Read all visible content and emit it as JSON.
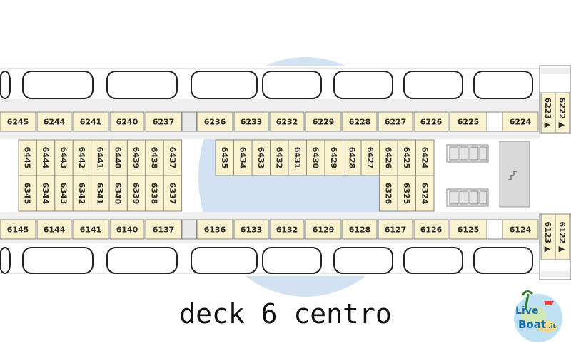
{
  "title": "deck 6 centro",
  "logo": {
    "text_a": "Live",
    "text_b": "Boat",
    "suffix": ".it",
    "brand_color": "#1a6fb4"
  },
  "colors": {
    "cabin_fill": "#fbf3d0",
    "cabin_stroke": "#8a8a8a",
    "hull_blue": "#cfdff0",
    "corridor": "#eeeeee",
    "lifeboat_fill": "#ffffff",
    "lifeboat_stroke": "#222222"
  },
  "port_cabins": [
    "6245",
    "6244",
    "6241",
    "6240",
    "6237",
    "6236",
    "6233",
    "6232",
    "6229",
    "6228",
    "6227",
    "6226",
    "6225",
    "6224"
  ],
  "starboard_cabins": [
    "6145",
    "6144",
    "6141",
    "6140",
    "6137",
    "6136",
    "6133",
    "6132",
    "6129",
    "6128",
    "6127",
    "6126",
    "6125",
    "6124"
  ],
  "inner_upper_left": [
    "6445",
    "6444",
    "6443",
    "6442",
    "6441",
    "6440",
    "6439",
    "6438",
    "6437"
  ],
  "inner_lower_left": [
    "6345",
    "6344",
    "6343",
    "6342",
    "6341",
    "6340",
    "6339",
    "6338",
    "6337"
  ],
  "inner_upper_right": [
    "6435",
    "6434",
    "6433",
    "6432",
    "6431",
    "6430",
    "6429",
    "6428",
    "6427",
    "6426",
    "6425",
    "6424"
  ],
  "inner_lower_right": [
    "6326",
    "6325",
    "6324"
  ],
  "forward_port": [
    "6223",
    "6222"
  ],
  "forward_starboard": [
    "6123",
    "6122"
  ],
  "forward_marker": "▲"
}
